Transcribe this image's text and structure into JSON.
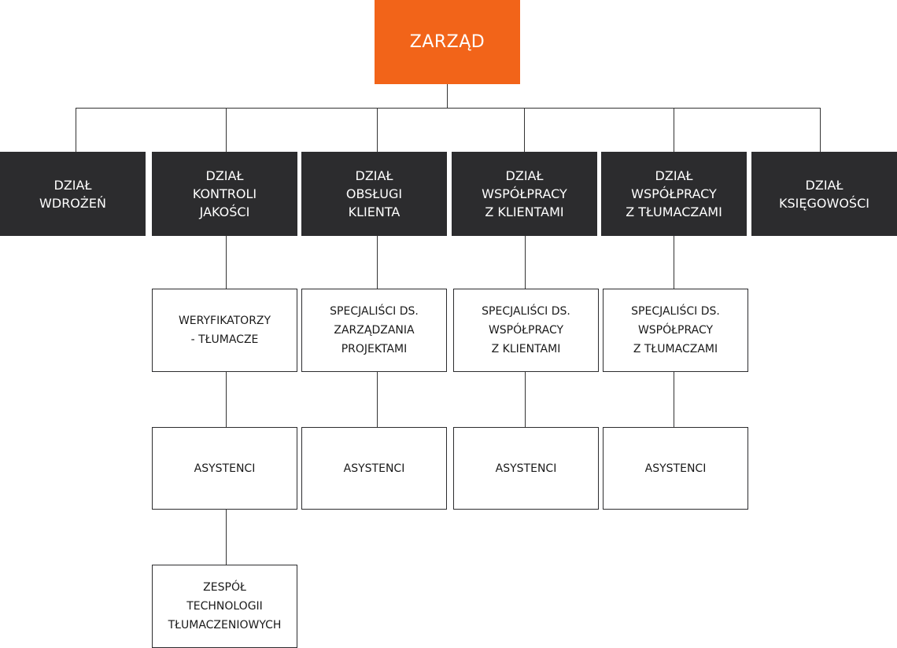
{
  "board": {
    "label": "ZARZĄD"
  },
  "departments": [
    {
      "id": "wdrozen",
      "label": "DZIAŁ\nWDROŻEŃ"
    },
    {
      "id": "kontroli-jakosci",
      "label": "DZIAŁ\nKONTROLI\nJAKOŚCI"
    },
    {
      "id": "obslugi-klienta",
      "label": "DZIAŁ\nOBSŁUGI\nKLIENTA"
    },
    {
      "id": "wspolpracy-z-klientami",
      "label": "DZIAŁ\nWSPÓŁPRACY\nZ KLIENTAMI"
    },
    {
      "id": "wspolpracy-z-tlumaczami",
      "label": "DZIAŁ\nWSPÓŁPRACY\nZ TŁUMACZAMI"
    },
    {
      "id": "ksiegowosci",
      "label": "DZIAŁ\nKSIĘGOWOŚCI"
    }
  ],
  "teams": {
    "kontroli_jakosci": [
      "WERYFIKATORZY\n- TŁUMACZE",
      "ASYSTENCI",
      "ZESPÓŁ\nTECHNOLOGII\nTŁUMACZENIOWYCH"
    ],
    "obslugi_klienta": [
      "SPECJALIŚCI DS.\nZARZĄDZANIA\nPROJEKTAMI",
      "ASYSTENCI"
    ],
    "wspolpracy_z_klientami": [
      "SPECJALIŚCI DS.\nWSPÓŁPRACY\nZ KLIENTAMI",
      "ASYSTENCI"
    ],
    "wspolpracy_z_tlumaczami": [
      "SPECJALIŚCI DS.\nWSPÓŁPRACY\nZ TŁUMACZAMI",
      "ASYSTENCI"
    ]
  },
  "colors": {
    "board_fill": "#f26419",
    "department_fill": "#2c2c2e",
    "connector": "#333333",
    "team_border": "#2c2c2e"
  }
}
